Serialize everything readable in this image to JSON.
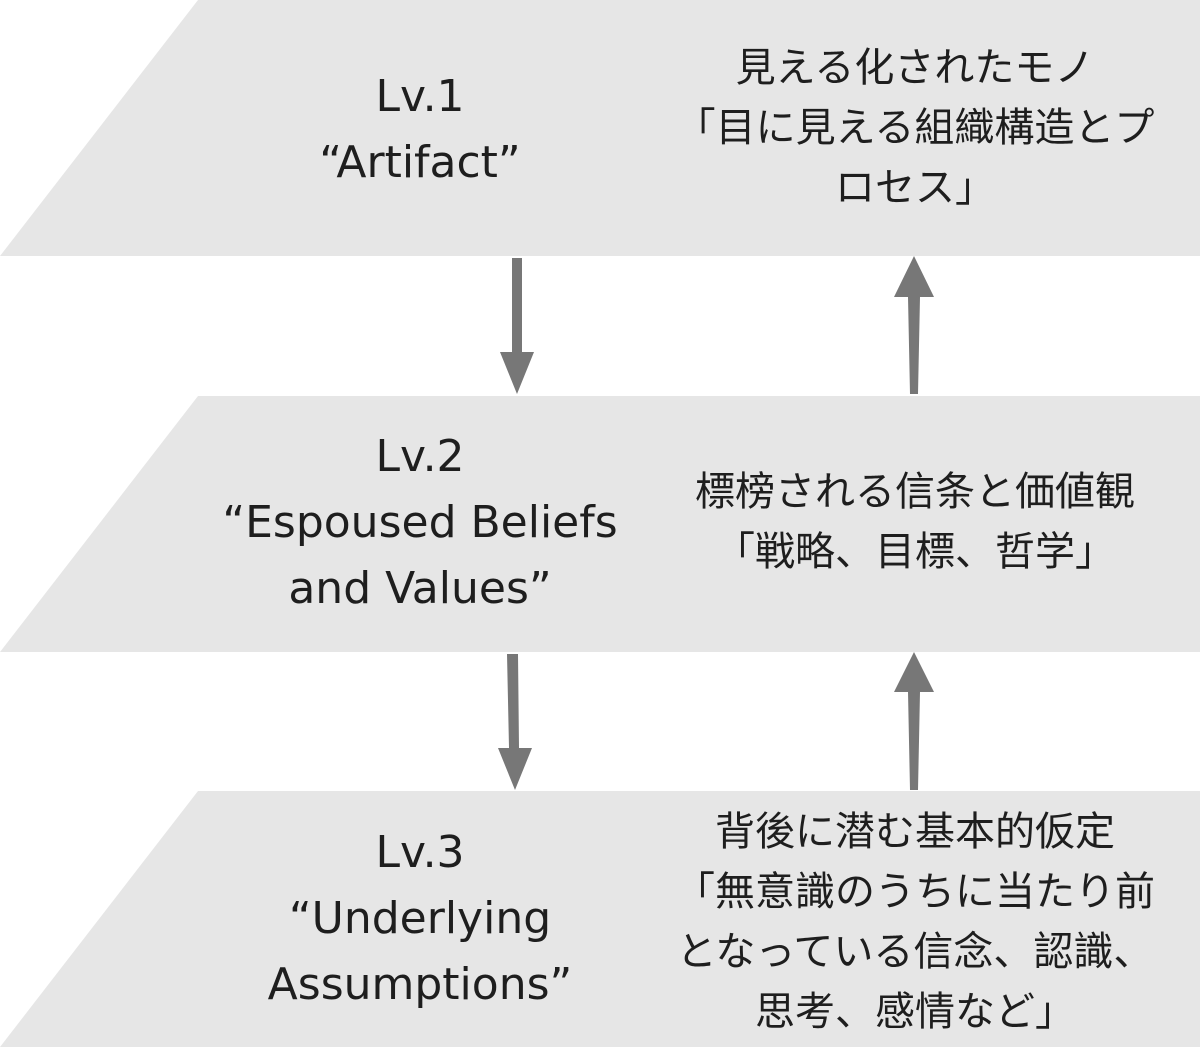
{
  "levels": [
    {
      "name": "Lv.1",
      "label": "“Artifact”",
      "description": [
        "見える化されたモノ",
        "「目に見える組織構造とプ",
        "ロセス」"
      ]
    },
    {
      "name": "Lv.2",
      "label_lines": [
        "“Espoused Beliefs",
        "and Values”"
      ],
      "description": [
        "標榜される信条と価値観",
        "「戦略、目標、哲学」"
      ]
    },
    {
      "name": "Lv.3",
      "label_lines": [
        "“Underlying",
        "Assumptions”"
      ],
      "description": [
        "背後に潜む基本的仮定",
        "「無意識のうちに当たり前",
        "となっている信念、認識、",
        "思考、感情など」"
      ]
    }
  ],
  "colors": {
    "band_fill": "#e6e6e6",
    "arrow": "#777777",
    "text": "#1e1e1e",
    "background": "#ffffff"
  }
}
